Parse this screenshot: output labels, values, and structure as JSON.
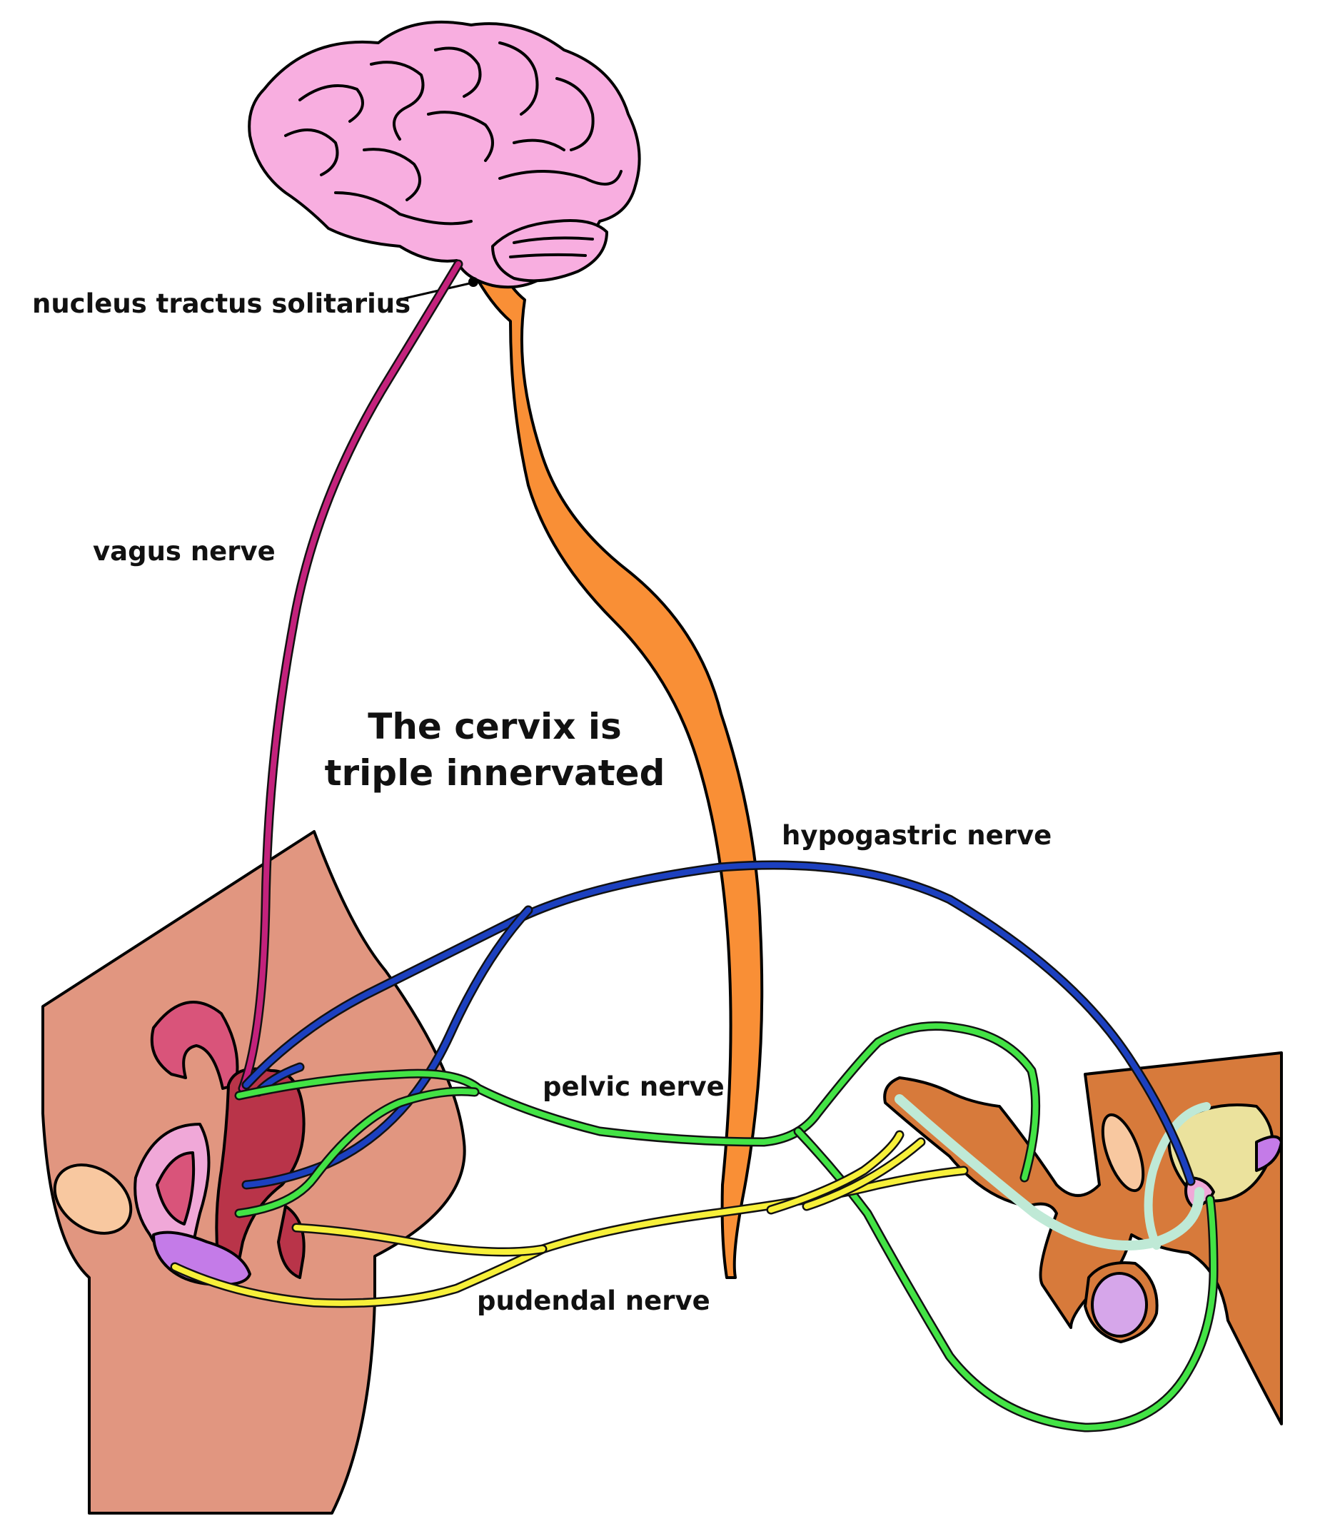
{
  "labels": {
    "nts": "nucleus tractus solitarius",
    "vagus": "vagus nerve",
    "title_line1": "The cervix is",
    "title_line2": "triple innervated",
    "hypogastric": "hypogastric nerve",
    "pelvic": "pelvic nerve",
    "pudendal": "pudendal nerve"
  },
  "colors": {
    "brain": "#f8aee0",
    "spinal_cord": "#f98f36",
    "vagus": "#c3227c",
    "hypogastric": "#1c40bf",
    "pelvic": "#43e345",
    "pudendal": "#f7f03a",
    "female_body": "#e19680",
    "male_body": "#d77a3b",
    "uterus": "#b93449",
    "ovary": "#d9547a",
    "bladder": "#f0a8d8",
    "bone": "#f8c8a0",
    "vulva": "#c47be8",
    "testis": "#d6a6ea",
    "seminal": "#ebe29d",
    "urethra": "#bfe9d6"
  }
}
